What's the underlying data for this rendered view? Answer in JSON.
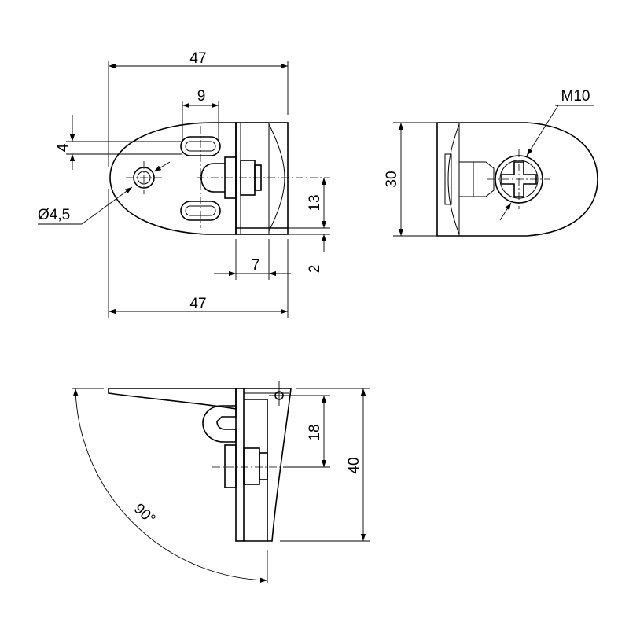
{
  "drawing": {
    "top_view": {
      "width_top": "47",
      "slot_spacing": "9",
      "slot_height": "4",
      "hole_diameter": "Ø4,5",
      "offset_13": "13",
      "thickness_7": "7",
      "gap_2": "2",
      "width_bottom": "47"
    },
    "side_view": {
      "height": "30",
      "thread": "M10"
    },
    "front_view": {
      "angle": "90°",
      "height_18": "18",
      "height_40": "40"
    }
  }
}
